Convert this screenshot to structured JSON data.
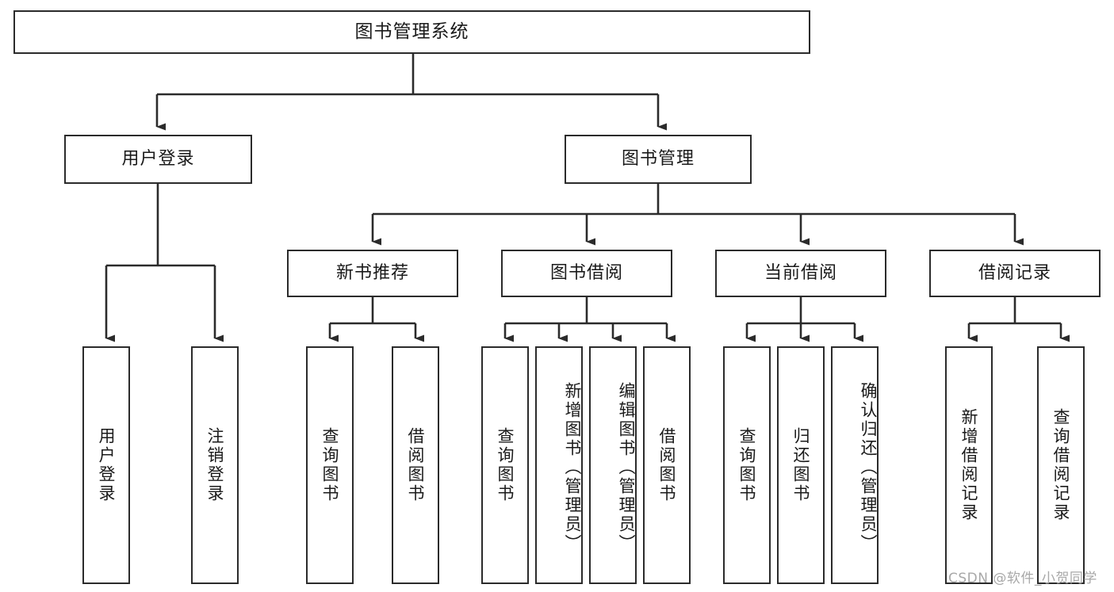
{
  "diagram": {
    "type": "tree-hierarchy",
    "title": "图书管理系统",
    "watermark": "CSDN @软件_小贺同学",
    "root": {
      "id": "root",
      "label": "图书管理系统",
      "orientation": "horizontal"
    },
    "level2": [
      {
        "id": "user-login",
        "label": "用户登录",
        "orientation": "horizontal"
      },
      {
        "id": "book-manage",
        "label": "图书管理",
        "orientation": "horizontal"
      }
    ],
    "level3": [
      {
        "id": "new-book-recommend",
        "label": "新书推荐",
        "orientation": "horizontal",
        "parent": "book-manage"
      },
      {
        "id": "book-borrow",
        "label": "图书借阅",
        "orientation": "horizontal",
        "parent": "book-manage"
      },
      {
        "id": "current-borrow",
        "label": "当前借阅",
        "orientation": "horizontal",
        "parent": "book-manage"
      },
      {
        "id": "borrow-record",
        "label": "借阅记录",
        "orientation": "horizontal",
        "parent": "book-manage"
      }
    ],
    "leaves": [
      {
        "id": "leaf-user-login",
        "label": "用户登录",
        "parent": "user-login"
      },
      {
        "id": "leaf-logout",
        "label": "注销登录",
        "parent": "user-login"
      },
      {
        "id": "leaf-query-book-1",
        "label": "查询图书",
        "parent": "new-book-recommend"
      },
      {
        "id": "leaf-borrow-book-1",
        "label": "借阅图书",
        "parent": "new-book-recommend"
      },
      {
        "id": "leaf-query-book-2",
        "label": "查询图书",
        "parent": "book-borrow"
      },
      {
        "id": "leaf-add-book",
        "label": "新增图书（管理员）",
        "parent": "book-borrow"
      },
      {
        "id": "leaf-edit-book",
        "label": "编辑图书（管理员）",
        "parent": "book-borrow"
      },
      {
        "id": "leaf-borrow-book-2",
        "label": "借阅图书",
        "parent": "book-borrow"
      },
      {
        "id": "leaf-query-book-3",
        "label": "查询图书",
        "parent": "current-borrow"
      },
      {
        "id": "leaf-return-book",
        "label": "归还图书",
        "parent": "current-borrow"
      },
      {
        "id": "leaf-confirm-return",
        "label": "确认归还（管理员）",
        "parent": "current-borrow"
      },
      {
        "id": "leaf-add-record",
        "label": "新增借阅记录",
        "parent": "borrow-record"
      },
      {
        "id": "leaf-query-record",
        "label": "查询借阅记录",
        "parent": "borrow-record"
      }
    ]
  },
  "colors": {
    "stroke": "#2b2b2b",
    "background": "#ffffff",
    "text": "#1a1a1a",
    "watermark": "#a8a8a8"
  }
}
